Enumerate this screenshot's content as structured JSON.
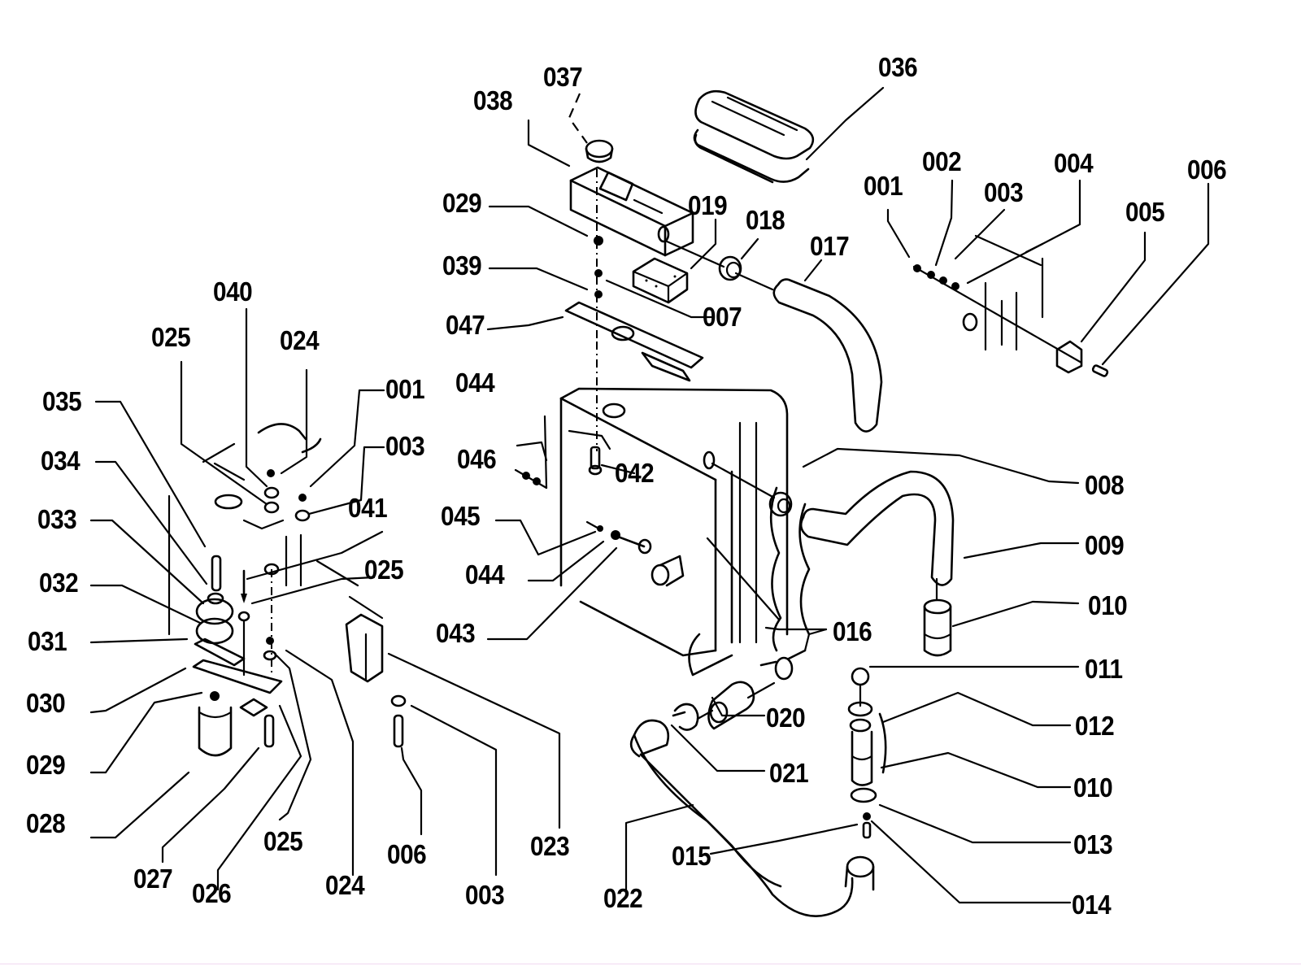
{
  "diagram": {
    "type": "exploded-parts-diagram",
    "subject": "radiator / cooling assembly",
    "colors": {
      "ink": "#000000",
      "paper": "#ffffff"
    },
    "labels": [
      {
        "id": "l036",
        "text": "036"
      },
      {
        "id": "l037",
        "text": "037"
      },
      {
        "id": "l038",
        "text": "038"
      },
      {
        "id": "l029a",
        "text": "029"
      },
      {
        "id": "l019",
        "text": "019"
      },
      {
        "id": "l018",
        "text": "018"
      },
      {
        "id": "l017",
        "text": "017"
      },
      {
        "id": "l039",
        "text": "039"
      },
      {
        "id": "l007",
        "text": "007"
      },
      {
        "id": "l047",
        "text": "047"
      },
      {
        "id": "l001a",
        "text": "001"
      },
      {
        "id": "l002",
        "text": "002"
      },
      {
        "id": "l003a",
        "text": "003"
      },
      {
        "id": "l004",
        "text": "004"
      },
      {
        "id": "l005",
        "text": "005"
      },
      {
        "id": "l006a",
        "text": "006"
      },
      {
        "id": "l040",
        "text": "040"
      },
      {
        "id": "l025a",
        "text": "025"
      },
      {
        "id": "l024a",
        "text": "024"
      },
      {
        "id": "l035",
        "text": "035"
      },
      {
        "id": "l001b",
        "text": "001"
      },
      {
        "id": "l034",
        "text": "034"
      },
      {
        "id": "l003b",
        "text": "003"
      },
      {
        "id": "l033",
        "text": "033"
      },
      {
        "id": "l041",
        "text": "041"
      },
      {
        "id": "l032",
        "text": "032"
      },
      {
        "id": "l025b",
        "text": "025"
      },
      {
        "id": "l031",
        "text": "031"
      },
      {
        "id": "l030",
        "text": "030"
      },
      {
        "id": "l029b",
        "text": "029"
      },
      {
        "id": "l028",
        "text": "028"
      },
      {
        "id": "l027",
        "text": "027"
      },
      {
        "id": "l026",
        "text": "026"
      },
      {
        "id": "l025c",
        "text": "025"
      },
      {
        "id": "l024b",
        "text": "024"
      },
      {
        "id": "l006b",
        "text": "006"
      },
      {
        "id": "l003c",
        "text": "003"
      },
      {
        "id": "l023",
        "text": "023"
      },
      {
        "id": "l044a",
        "text": "044"
      },
      {
        "id": "l046",
        "text": "046"
      },
      {
        "id": "l042",
        "text": "042"
      },
      {
        "id": "l045",
        "text": "045"
      },
      {
        "id": "l044b",
        "text": "044"
      },
      {
        "id": "l043",
        "text": "043"
      },
      {
        "id": "l008",
        "text": "008"
      },
      {
        "id": "l009",
        "text": "009"
      },
      {
        "id": "l010a",
        "text": "010"
      },
      {
        "id": "l016",
        "text": "016"
      },
      {
        "id": "l011",
        "text": "011"
      },
      {
        "id": "l020",
        "text": "020"
      },
      {
        "id": "l012",
        "text": "012"
      },
      {
        "id": "l021",
        "text": "021"
      },
      {
        "id": "l010b",
        "text": "010"
      },
      {
        "id": "l022",
        "text": "022"
      },
      {
        "id": "l013",
        "text": "013"
      },
      {
        "id": "l015",
        "text": "015"
      },
      {
        "id": "l014",
        "text": "014"
      }
    ]
  }
}
